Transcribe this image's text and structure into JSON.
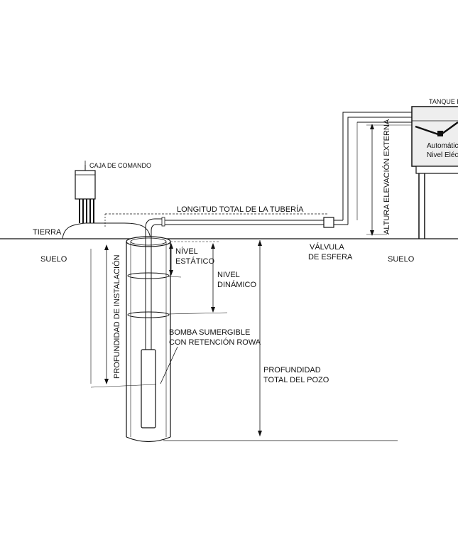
{
  "labels": {
    "caja_comando": "CAJA DE COMANDO",
    "tierra": "TIERRA",
    "suelo_left": "SUELO",
    "suelo_right": "SUELO",
    "longitud_tuberia": "LONGITUD TOTAL DE LA TUBERÍA",
    "altura_elevacion": "ALTURA ELEVACIÓN EXTERNA",
    "tanque": "TANQUE E",
    "automatico": "Automátic",
    "nivel_electrico": "Nivel Eléct",
    "valvula_line1": "VÁLVULA",
    "valvula_line2": "DE ESFERA",
    "nivel_estatico_line1": "NÍVEL",
    "nivel_estatico_line2": "ESTÁTICO",
    "nivel_dinamico_line1": "NIVEL",
    "nivel_dinamico_line2": "DINÁMICO",
    "profundidad_instalacion": "PROFUNDIDAD DE INSTALACIÓN",
    "bomba_line1": "BOMBA SUMERGIBLE",
    "bomba_line2": "CON RETENCIÓN ROWA",
    "profundidad_pozo_line1": "PROFUNDIDAD",
    "profundidad_pozo_line2": "TOTAL DEL POZO"
  },
  "colors": {
    "line": "#111111",
    "background": "#ffffff",
    "tank_fill": "#eeeeee"
  }
}
